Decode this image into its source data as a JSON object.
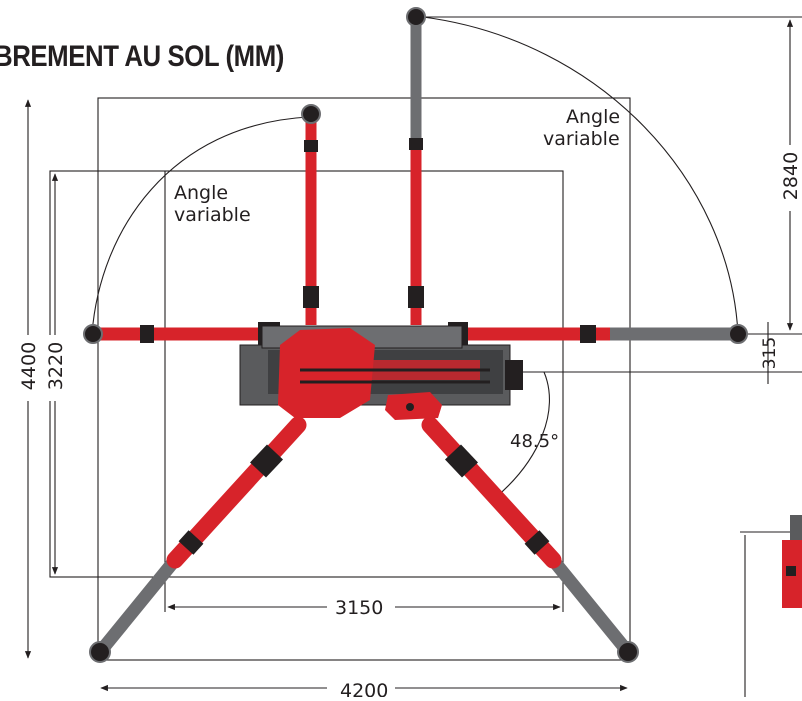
{
  "title": "BREMENT AU SOL (MM)",
  "labels": {
    "angle_left": [
      "Angle",
      "variable"
    ],
    "angle_right": [
      "Angle",
      "variable"
    ],
    "angle_value": "48.5°"
  },
  "dimensions": {
    "width_outer": "4200",
    "width_inner": "3150",
    "height_outer": "4400",
    "height_inner": "3220",
    "right_height": "2840",
    "right_offset": "315"
  },
  "colors": {
    "outrigger_red": "#d7232a",
    "arm_grey": "#6d6e71",
    "chassis_grey": "#5a5b5d",
    "line": "#231f20"
  }
}
